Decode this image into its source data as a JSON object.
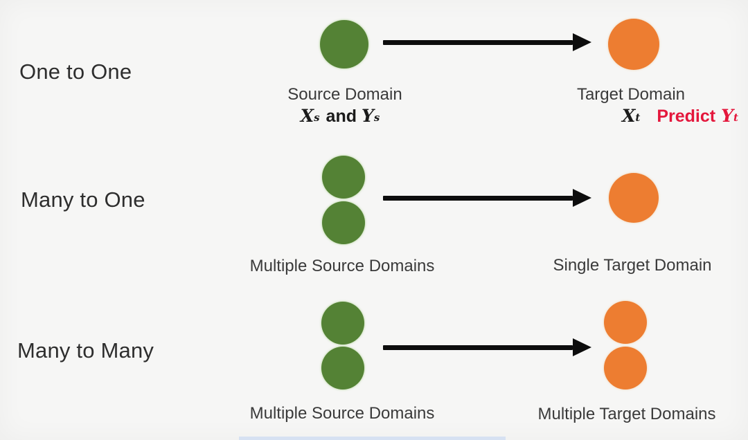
{
  "colors": {
    "source_green": "#548235",
    "target_orange": "#ED7D31",
    "predict_red": "#E4173C",
    "arrow_black": "#0d0d0d",
    "label_text": "#2e2e2e",
    "background": "#f6f6f5"
  },
  "rows": [
    {
      "label": "One to One",
      "source_caption": "Source Domain",
      "target_caption": "Target Domain",
      "source_math": {
        "x": "X",
        "x_sub": "s",
        "conj": "and",
        "y": "Y",
        "y_sub": "s"
      },
      "target_math": {
        "x": "X",
        "x_sub": "t",
        "predict": "Predict",
        "y": "Y",
        "y_sub": "t"
      }
    },
    {
      "label": "Many to One",
      "source_caption": "Multiple Source Domains",
      "target_caption": "Single Target Domain"
    },
    {
      "label": "Many to Many",
      "source_caption": "Multiple Source Domains",
      "target_caption": "Multiple Target Domains"
    }
  ]
}
